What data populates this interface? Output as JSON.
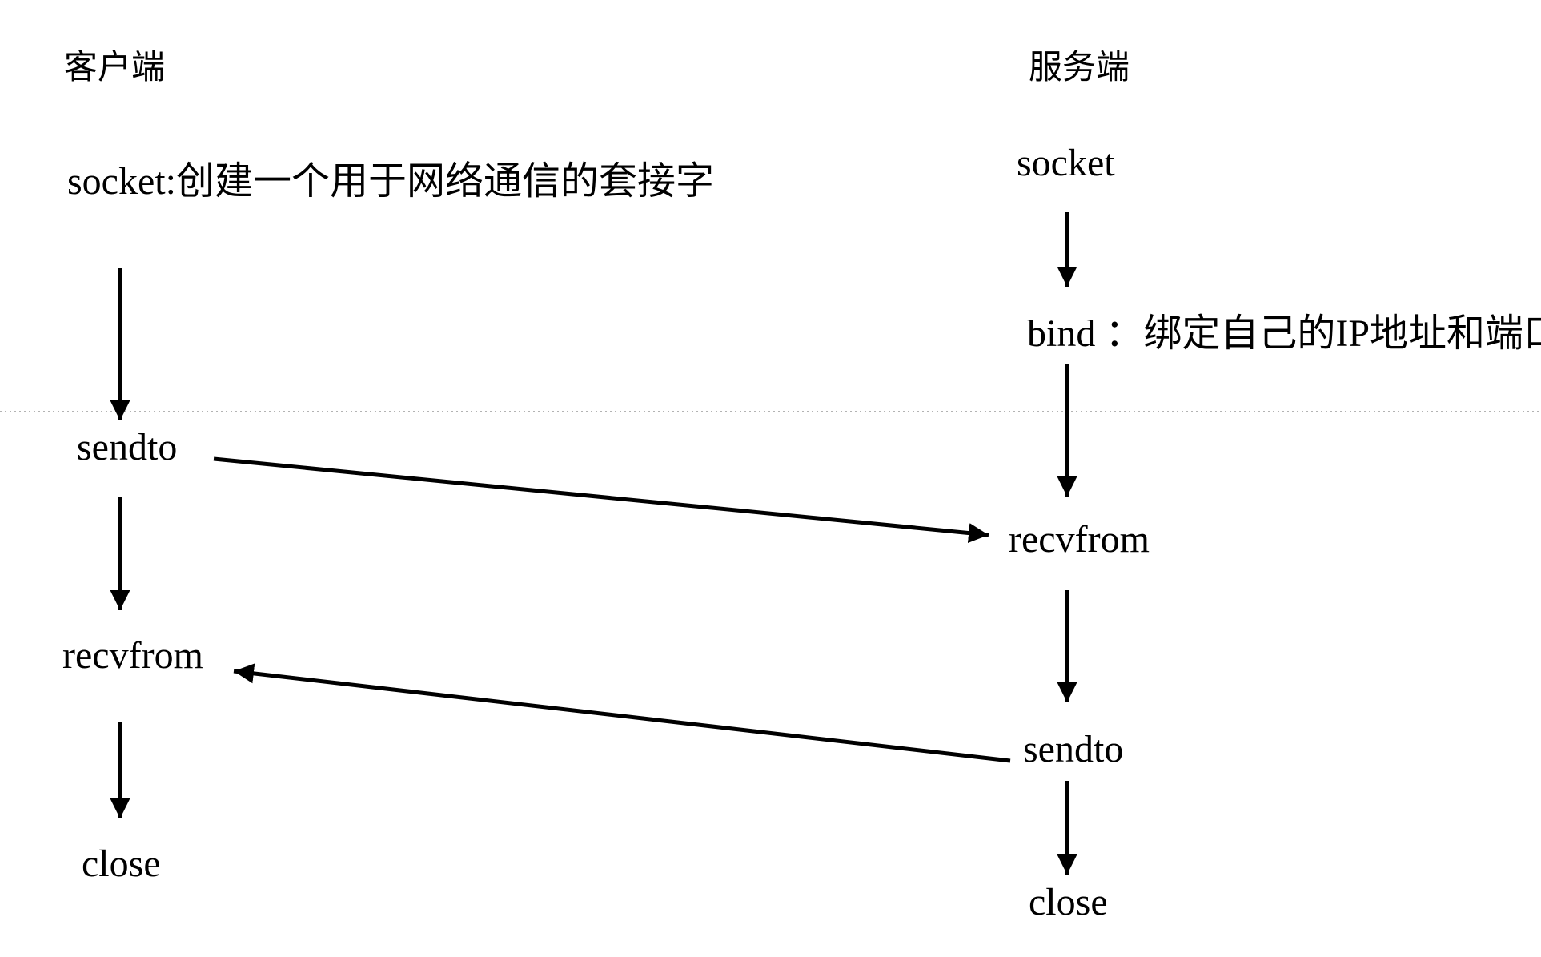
{
  "client": {
    "heading": "客户端",
    "socket_label": "socket:创建一个用于网络通信的套接字",
    "sendto_label": "sendto",
    "recvfrom_label": "recvfrom",
    "close_label": "close"
  },
  "server": {
    "heading": "服务端",
    "socket_label": "socket",
    "bind_label": "bind ：绑定自己的IP地址和端口",
    "recvfrom_label": "recvfrom",
    "sendto_label": "sendto",
    "close_label": "close"
  },
  "colors": {
    "ink": "#000000",
    "guide": "#9a9a9a",
    "background": "#ffffff"
  }
}
